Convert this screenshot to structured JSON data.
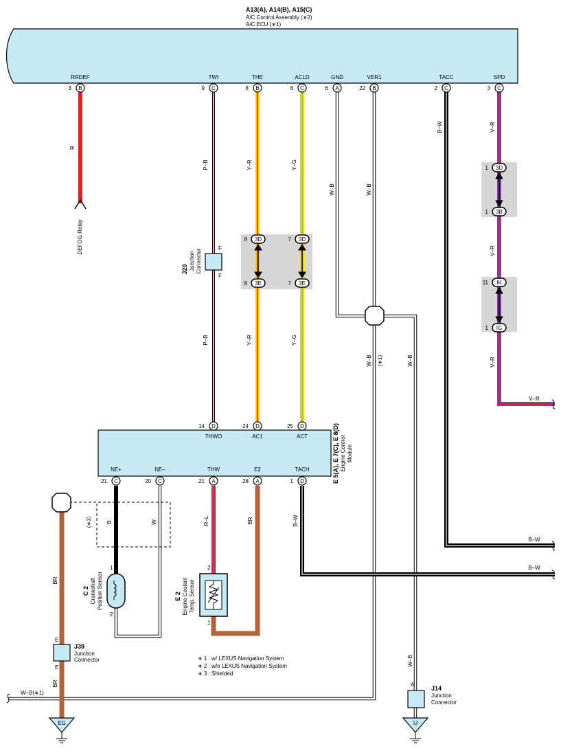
{
  "header": {
    "ids": "A13(A), A14(B), A15(C)",
    "line1": "A/C Control Assembly (∗2)",
    "line2": "A/C ECU (∗1)"
  },
  "ac": {
    "RRDEF": {
      "label": "RRDEF",
      "pin": "3",
      "conn": "B",
      "wire": "R"
    },
    "TWI": {
      "label": "TWI",
      "pin": "9",
      "conn": "C",
      "wire": "P–B"
    },
    "THE": {
      "label": "THE",
      "pin": "8",
      "conn": "B",
      "wire": "Y–R"
    },
    "ACLD": {
      "label": "ACLD",
      "pin": "8",
      "conn": "C",
      "wire": "Y–G"
    },
    "GND": {
      "label": "GND",
      "pin": "6",
      "conn": "A",
      "wire": "W–B"
    },
    "VER1": {
      "label": "VER1",
      "pin": "22",
      "conn": "B",
      "wire": "W–B"
    },
    "TACC": {
      "label": "TACC",
      "pin": "2",
      "conn": "C",
      "wire": "B–W"
    },
    "SPD": {
      "label": "SPD",
      "pin": "3",
      "conn": "C",
      "wire": "V–R"
    }
  },
  "defog": {
    "label": "DEFOG Relay"
  },
  "j20": {
    "id": "J20",
    "line1": "Junction",
    "line2": "Connector",
    "pin_top": "F",
    "pin_bottom": "F"
  },
  "conn3D": {
    "the_top_pin": "8",
    "acld_top_pin": "7",
    "top_code": "3D",
    "the_bot_pin": "8",
    "acld_bot_pin": "7",
    "bot_code": "3E"
  },
  "spd_conn": {
    "a_pin": "1",
    "a_code": "3D",
    "b_pin": "1",
    "b_code": "3B",
    "c_pin": "11",
    "c_code": "IK",
    "d_pin": "1",
    "d_code": "IG",
    "end_label": "V–R"
  },
  "lower_wires": {
    "ver1_note": "(∗1)",
    "ver1_b": "W–B",
    "gnd_b": "W–B",
    "the_b": "Y–R",
    "acld_b": "Y–G",
    "twi_b": "P–B",
    "spd_b": "V–R"
  },
  "ecm": {
    "ids": "E 5(A), E 7(C), E 8(D)",
    "line1": "Engine Control",
    "line2": "Module",
    "top": {
      "THWO": {
        "label": "THWO",
        "pin": "14",
        "conn": "D"
      },
      "AC1": {
        "label": "AC1",
        "pin": "24",
        "conn": "D"
      },
      "ACT": {
        "label": "ACT",
        "pin": "25",
        "conn": "D"
      }
    },
    "bottom": {
      "NEP": {
        "label": "NE+",
        "pin": "21",
        "conn": "C"
      },
      "NEM": {
        "label": "NE–",
        "pin": "20",
        "conn": "C"
      },
      "THW": {
        "label": "THW",
        "pin": "21",
        "conn": "A"
      },
      "E2": {
        "label": "E2",
        "pin": "28",
        "conn": "A"
      },
      "TACH": {
        "label": "TACH",
        "pin": "1",
        "conn": "D"
      }
    }
  },
  "crank": {
    "id": "C 2",
    "line1": "Crankshaft",
    "line2": "Position Sensor",
    "pin1": "1",
    "pin2": "2",
    "wire_b": "B",
    "wire_w": "W",
    "shield": "(∗3)"
  },
  "coolant": {
    "id": "E 2",
    "line1": "Engine Coolant",
    "line2": "Temp. Sensor",
    "pin1": "2",
    "pin2": "1",
    "wire_rl": "R–L",
    "wire_br": "BR"
  },
  "right_wires": {
    "tacc_end": "B–W",
    "tach_end": "B–W",
    "tach_label": "B–W"
  },
  "j38": {
    "id": "J38",
    "line1": "Junction",
    "line2": "Connector",
    "pin_top": "E",
    "pin_bottom": "E",
    "wire_top": "BR",
    "wire_bottom": "BR"
  },
  "ground_eg": {
    "label": "EG"
  },
  "ground_ij": {
    "label": "IJ"
  },
  "j14": {
    "id": "J14",
    "line1": "Junction",
    "line2": "Connector",
    "pin": "A",
    "wire": "W–B"
  },
  "wb1": {
    "label": "W–B(∗1)"
  },
  "notes": {
    "n1": "∗ 1 : w/ LEXUS Navigation System",
    "n2": "∗ 2 : w/o LEXUS Navigation System",
    "n3": "∗ 3 : Shielded"
  },
  "colors": {
    "panel": "#c7e9f5",
    "red": "#ec1c24",
    "pink": "#f2a0c8",
    "yellow": "#ffd200",
    "green": "#9ccc3c",
    "violet": "#7b3fa0",
    "brown": "#b5623a",
    "blue": "#3a6bc9",
    "gray": "#d6d6d6"
  }
}
